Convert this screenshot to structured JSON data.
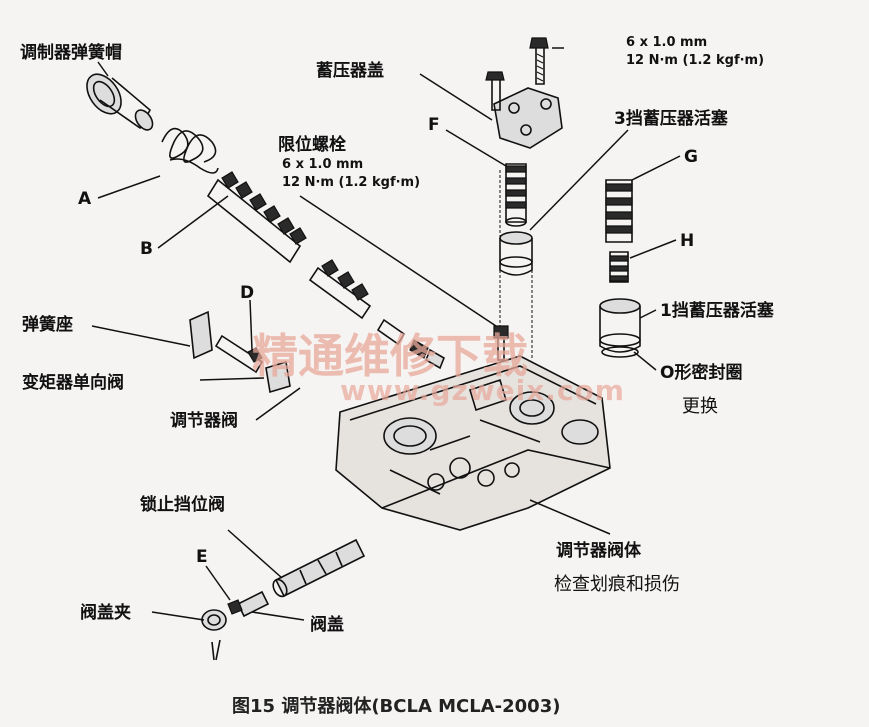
{
  "labels": {
    "regulator_spring_cap": "调制器弹簧帽",
    "a": "A",
    "b": "B",
    "d": "D",
    "spring_seat": "弹簧座",
    "converter_check_valve": "变矩器单向阀",
    "regulator_valve": "调节器阀",
    "accumulator_cover": "蓄压器盖",
    "bolt_spec_line1": "6 x 1.0 mm",
    "bolt_spec_line2": "12 N·m (1.2 kgf·m)",
    "f": "F",
    "stop_bolt": "限位螺栓",
    "stop_bolt_spec_line1": "6 x 1.0 mm",
    "stop_bolt_spec_line2": "12 N·m (1.2 kgf·m)",
    "third_accumulator_piston": "3挡蓄压器活塞",
    "g": "G",
    "h": "H",
    "first_accumulator_piston": "1挡蓄压器活塞",
    "o_ring": "O形密封圈",
    "replace": "更换",
    "lockup_shift_valve": "锁止挡位阀",
    "e": "E",
    "valve_cap_clip": "阀盖夹",
    "valve_cap": "阀盖",
    "regulator_valve_body": "调节器阀体",
    "inspect_note": "检查划痕和损伤"
  },
  "watermark": {
    "chinese": "精通维修下载",
    "url": "www.gzweix.com"
  },
  "caption": "图15 调节器阀体(BCLA MCLA-2003)",
  "colors": {
    "ink": "#111111",
    "background": "#f6f4f2",
    "watermark": "#e8a89a"
  }
}
